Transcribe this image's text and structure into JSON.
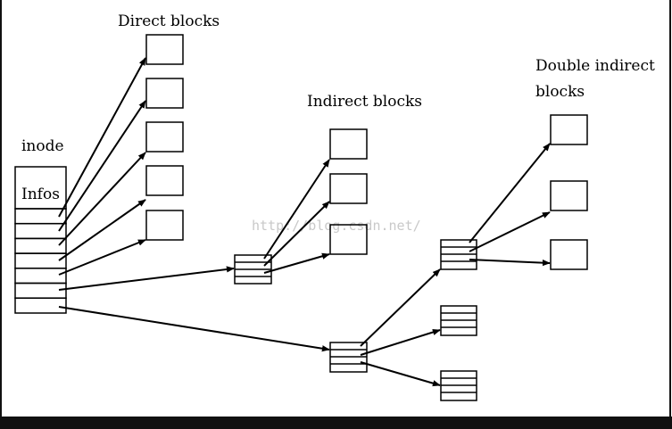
{
  "labels": {
    "direct_blocks": "Direct blocks",
    "indirect_blocks": "Indirect blocks",
    "double_indirect_line1": "Double indirect",
    "double_indirect_line2": "blocks",
    "inode": "inode",
    "infos": "Infos"
  },
  "watermark": "http://blog.csdn.net/",
  "colors": {
    "line": "#000000",
    "background": "#ffffff",
    "watermark": "#c9c9c9",
    "border": "#111111"
  }
}
